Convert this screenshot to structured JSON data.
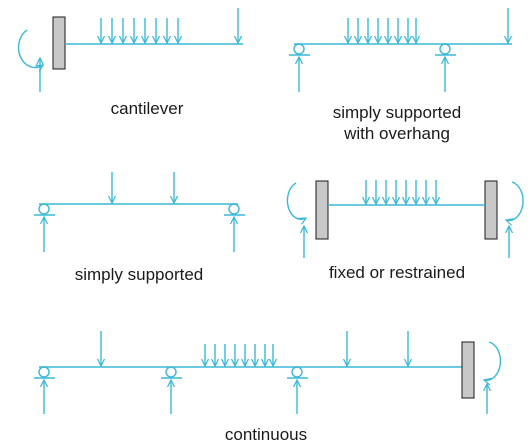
{
  "colors": {
    "line": "#3ab8d6",
    "wall_fill": "#c8c8c8",
    "wall_stroke": "#1a1a1a",
    "text": "#1a1a1a"
  },
  "labels": {
    "cantilever": "cantilever",
    "overhang_line1": "simply supported",
    "overhang_line2": "with overhang",
    "simply_supported": "simply supported",
    "fixed": "fixed or restrained",
    "continuous": "continuous"
  }
}
